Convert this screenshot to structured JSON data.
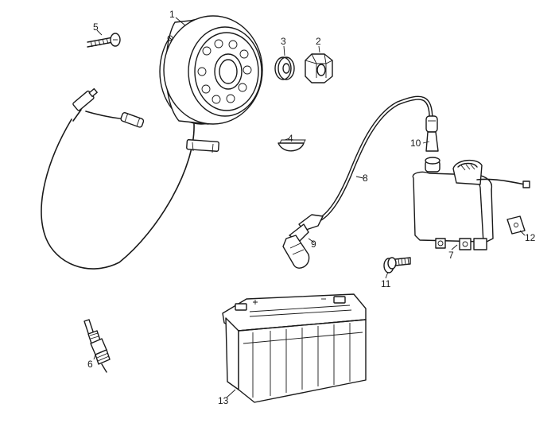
{
  "callouts": {
    "flywheel": "1",
    "nut": "2",
    "washer": "3",
    "woodruff_key": "4",
    "screw": "5",
    "spark_plug": "6",
    "ignition_coil": "7",
    "ht_lead": "8",
    "spark_plug_cap": "9",
    "coil_boot": "10",
    "coil_bolt": "11",
    "clip_nut": "12",
    "battery": "13"
  }
}
